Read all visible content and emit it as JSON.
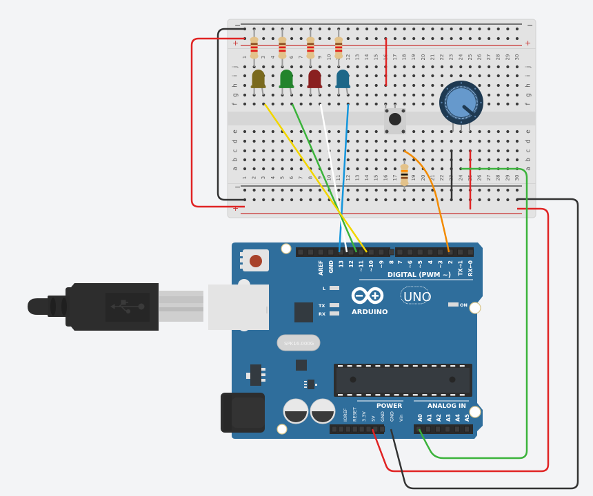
{
  "scene": {
    "title": "Arduino circuit simulation",
    "background": "#f3f4f6"
  },
  "breadboard": {
    "columns": [
      "1",
      "2",
      "3",
      "4",
      "5",
      "6",
      "7",
      "8",
      "9",
      "10",
      "11",
      "12",
      "13",
      "14",
      "15",
      "16",
      "17",
      "18",
      "19",
      "20",
      "21",
      "22",
      "23",
      "24",
      "25",
      "26",
      "27",
      "28",
      "29",
      "30"
    ],
    "top_rows": [
      "j",
      "i",
      "h",
      "g",
      "f"
    ],
    "bottom_rows": [
      "e",
      "d",
      "c",
      "b",
      "a"
    ],
    "rail_minus": "−",
    "rail_plus": "+",
    "colors": {
      "body": "#e2e2e2",
      "hole": "#3a3a3a",
      "rail_red": "#c8302f",
      "rail_black": "#333333"
    }
  },
  "components": {
    "leds": [
      {
        "name": "yellow-led",
        "color": "#7a6a1e"
      },
      {
        "name": "green-led",
        "color": "#22842c"
      },
      {
        "name": "red-led",
        "color": "#8a2020"
      },
      {
        "name": "blue-led",
        "color": "#1d6788"
      }
    ],
    "resistors": [
      {
        "name": "led-resistor-1",
        "bands": [
          "#8a4a1e",
          "#e21e1e",
          "#e21e1e"
        ]
      },
      {
        "name": "led-resistor-2",
        "bands": [
          "#8a4a1e",
          "#e21e1e",
          "#e21e1e"
        ]
      },
      {
        "name": "led-resistor-3",
        "bands": [
          "#8a4a1e",
          "#e21e1e",
          "#e21e1e"
        ]
      },
      {
        "name": "led-resistor-4",
        "bands": [
          "#8a4a1e",
          "#e21e1e",
          "#e21e1e"
        ]
      },
      {
        "name": "button-resistor",
        "bands": [
          "#ff8c00",
          "#111111",
          "#8a4a1e"
        ]
      }
    ],
    "pushbutton": {
      "name": "pushbutton"
    },
    "potentiometer": {
      "name": "potentiometer",
      "knob_color": "#6699cc",
      "ring_color": "#1f3a52"
    }
  },
  "arduino": {
    "board_color": "#2f6e9c",
    "brand": "ARDUINO",
    "model": "UNO",
    "crystal_label": "SPK16.000G",
    "digital_header_label": "DIGITAL (PWM ~)",
    "digital_pins": [
      "AREF",
      "GND",
      "13",
      "12",
      "~11",
      "~10",
      "~9",
      "8",
      "7",
      "~6",
      "~5",
      "4",
      "~3",
      "2",
      "TX→1",
      "RX←0"
    ],
    "power_header_label": "POWER",
    "power_pins": [
      "IOREF",
      "RESET",
      "3.3V",
      "5V",
      "GND",
      "GND",
      "Vin"
    ],
    "analog_header_label": "ANALOG IN",
    "analog_pins": [
      "A0",
      "A1",
      "A2",
      "A3",
      "A4",
      "A5"
    ],
    "leds": {
      "l": "L",
      "tx": "TX",
      "rx": "RX",
      "on": "ON"
    }
  },
  "usb_cable": {
    "icon": "usb-icon",
    "color": "#2d2d2d"
  },
  "wires": [
    {
      "name": "wire-5v-red",
      "color": "#e02424"
    },
    {
      "name": "wire-gnd-black",
      "color": "#333333"
    },
    {
      "name": "wire-a0-green",
      "color": "#3bb33b"
    },
    {
      "name": "wire-pin2-orange",
      "color": "#f28a00"
    },
    {
      "name": "wire-pin13-blue",
      "color": "#1496dc"
    },
    {
      "name": "wire-pin12-white",
      "color": "#ffffff"
    },
    {
      "name": "wire-pin11-green",
      "color": "#3bb33b"
    },
    {
      "name": "wire-pin10-yellow",
      "color": "#f2d600"
    },
    {
      "name": "wire-rail-red",
      "color": "#e02424"
    },
    {
      "name": "wire-rail-black",
      "color": "#333333"
    }
  ]
}
